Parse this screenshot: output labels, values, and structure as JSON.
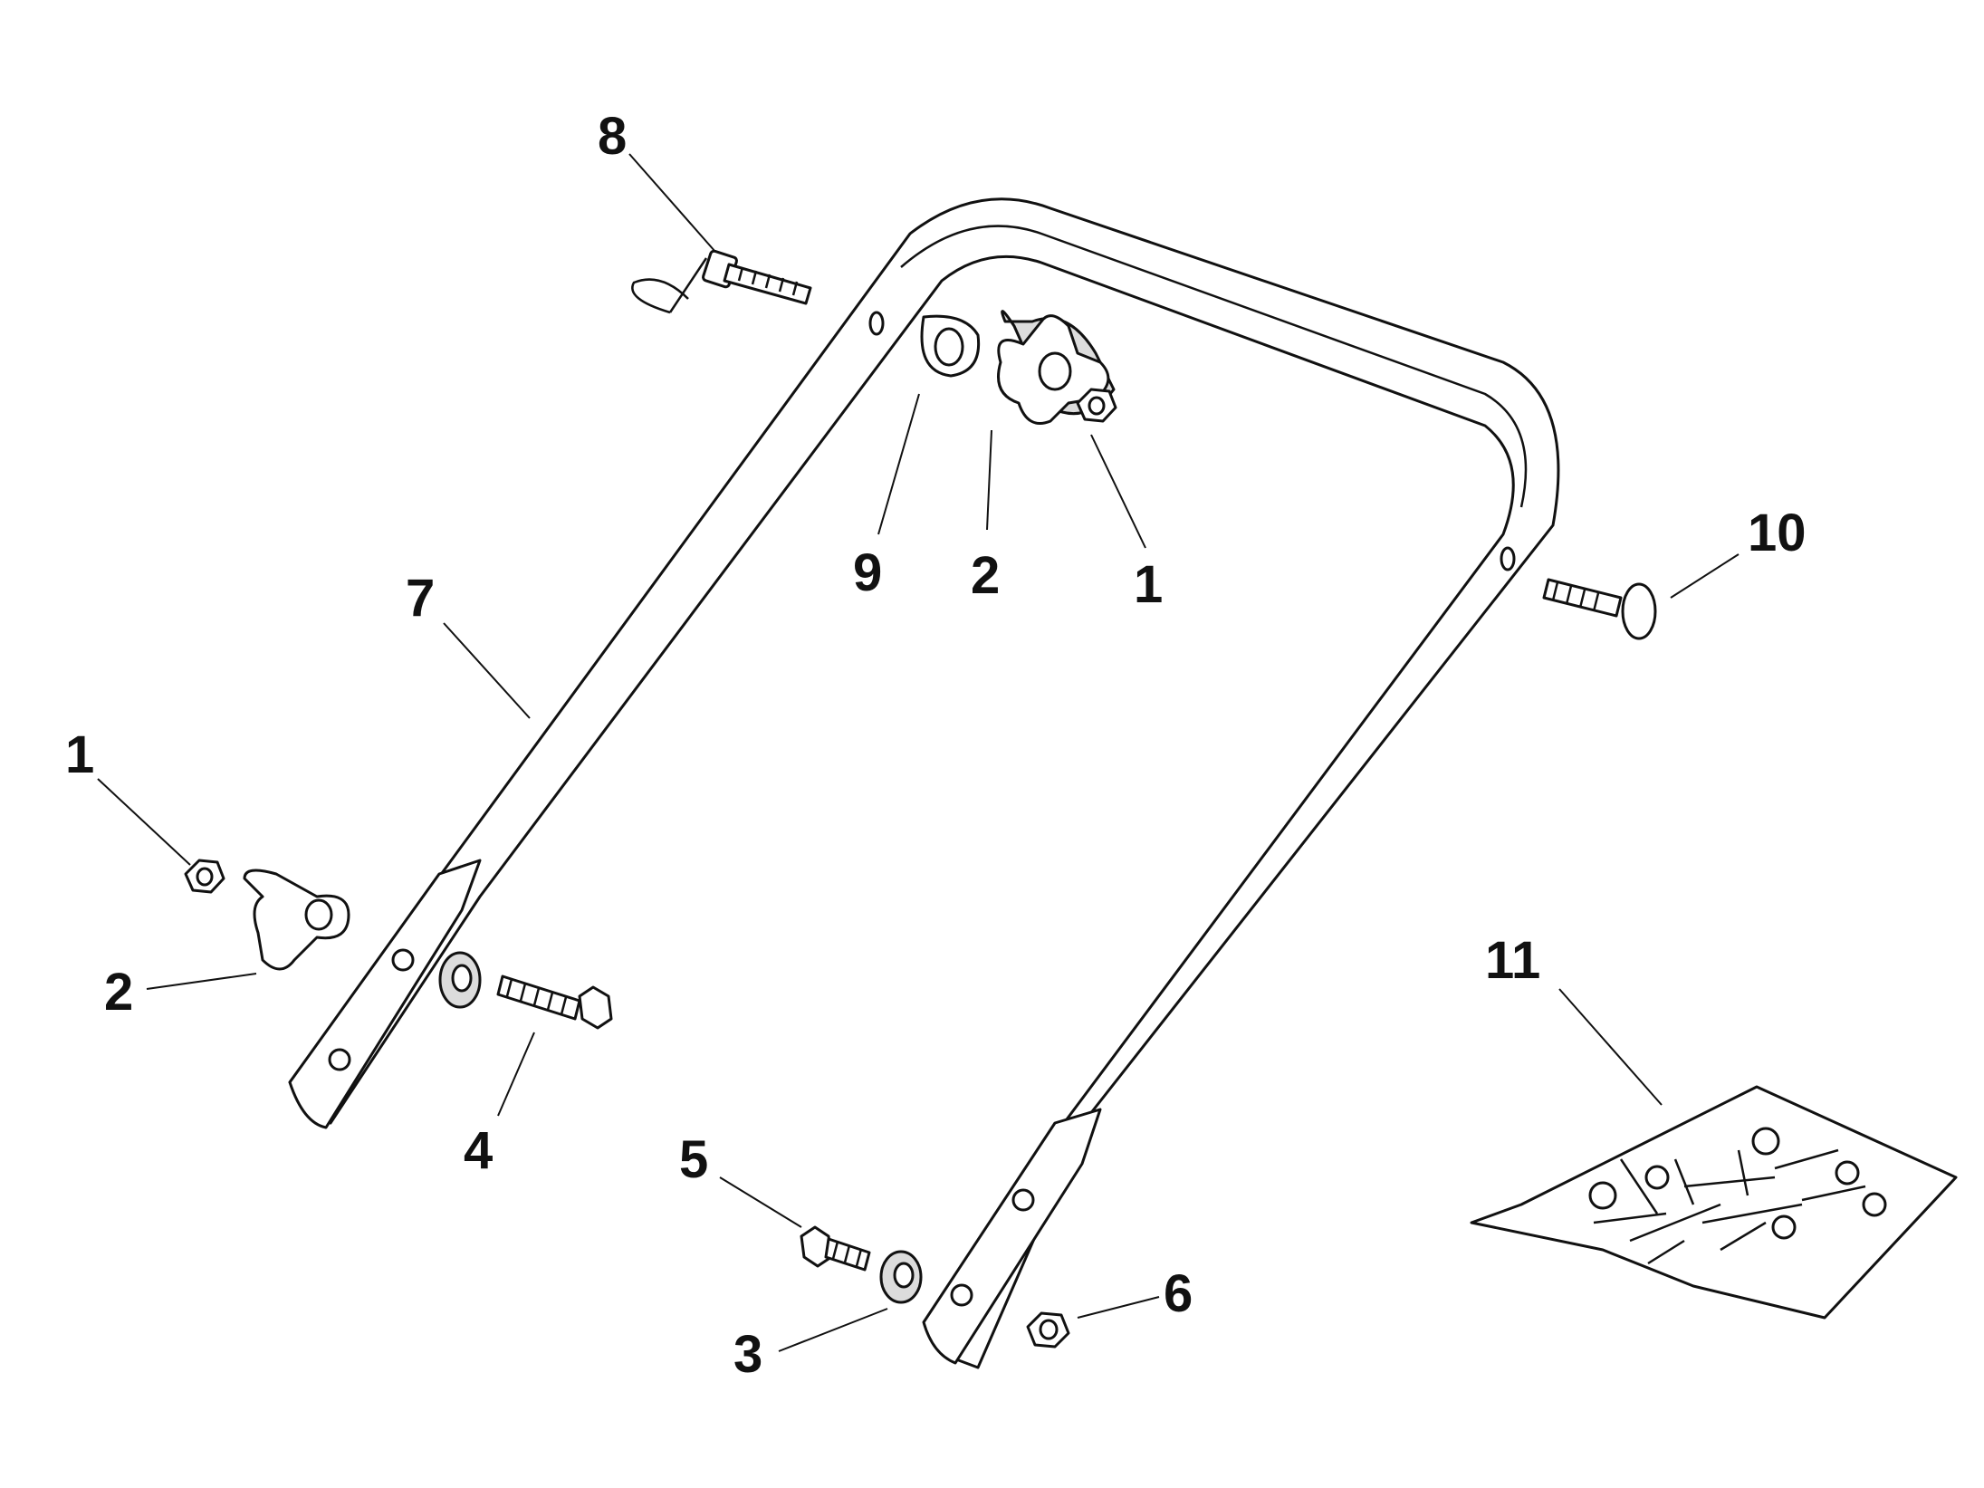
{
  "diagram": {
    "callouts": [
      {
        "id": "c8",
        "label": "8"
      },
      {
        "id": "c9",
        "label": "9"
      },
      {
        "id": "c2-top",
        "label": "2"
      },
      {
        "id": "c1-top",
        "label": "1"
      },
      {
        "id": "c10",
        "label": "10"
      },
      {
        "id": "c7",
        "label": "7"
      },
      {
        "id": "c1-left",
        "label": "1"
      },
      {
        "id": "c2-left",
        "label": "2"
      },
      {
        "id": "c4",
        "label": "4"
      },
      {
        "id": "c11",
        "label": "11"
      },
      {
        "id": "c5",
        "label": "5"
      },
      {
        "id": "c3",
        "label": "3"
      },
      {
        "id": "c6",
        "label": "6"
      }
    ],
    "colors": {
      "line": "#111111",
      "fill": "#ffffff",
      "shade": "#dcdcdc"
    }
  }
}
